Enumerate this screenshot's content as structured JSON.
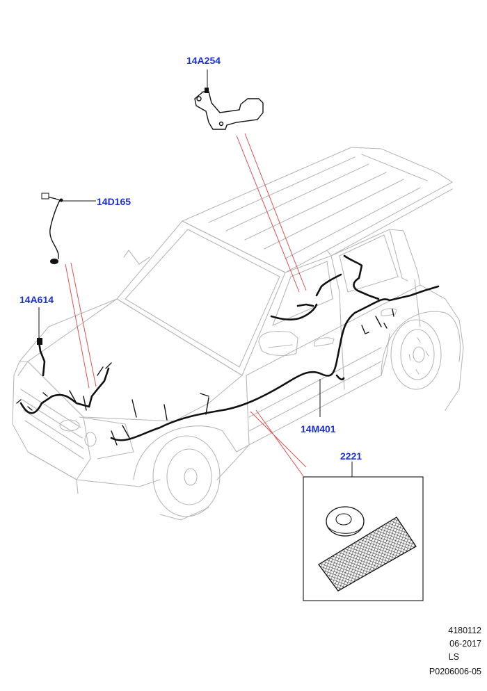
{
  "callouts": {
    "c1": "14A254",
    "c2": "14D165",
    "c3": "14A614",
    "c4": "14M401",
    "c5": "2221"
  },
  "footer": {
    "line1": "4180112",
    "line2": "06-2017",
    "line3": "LS",
    "line4": "P0206006-05"
  },
  "colors": {
    "callout_text": "#1a2fd6",
    "reference_lines": "#e05050",
    "vehicle_outline": "#b8b8b8",
    "harness": "#111111"
  }
}
